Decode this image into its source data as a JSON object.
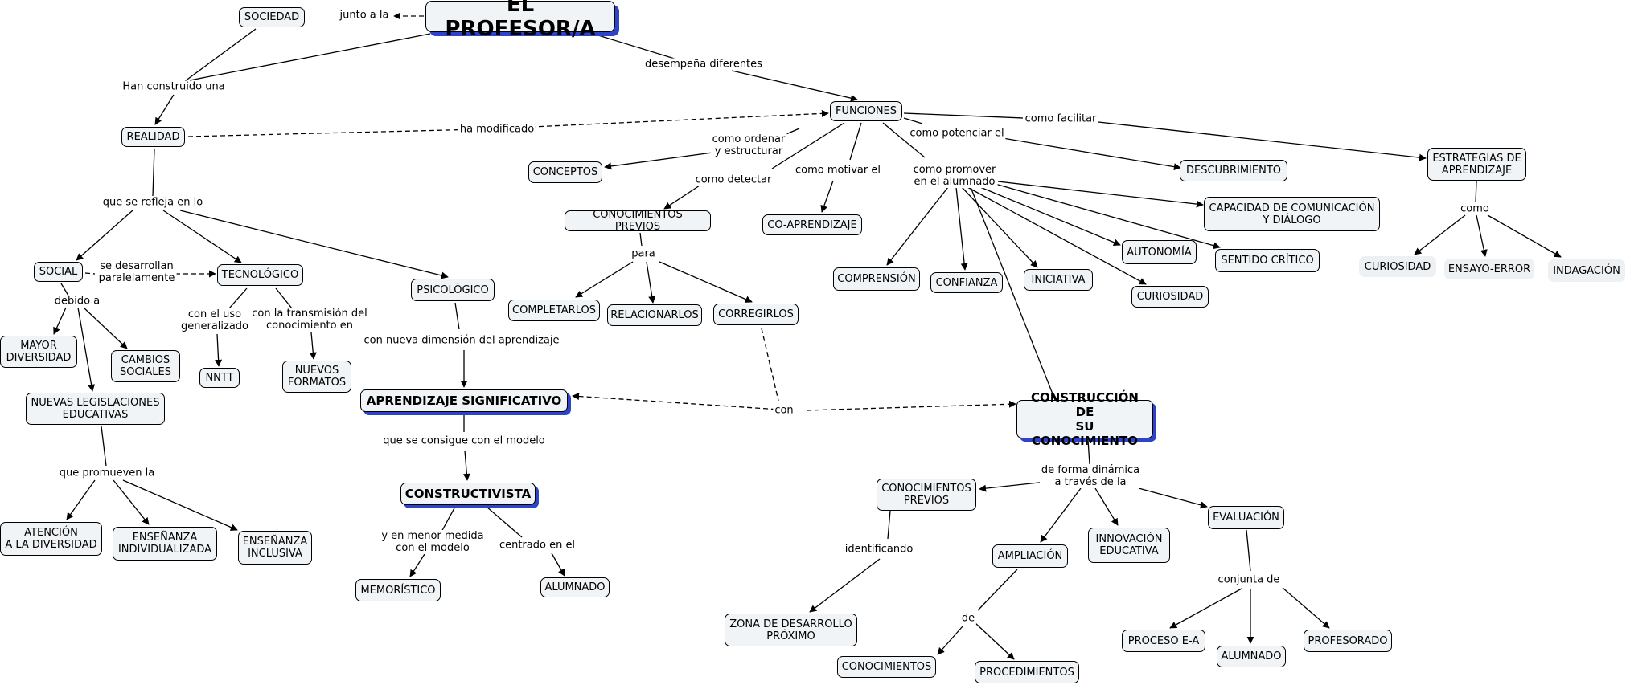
{
  "nodes": {
    "profesor": "EL PROFESOR/A",
    "sociedad": "SOCIEDAD",
    "realidad": "REALIDAD",
    "funciones": "FUNCIONES",
    "social": "SOCIAL",
    "tecnologico": "TECNOLÓGICO",
    "psicologico": "PSICOLÓGICO",
    "mayor_diversidad": "MAYOR\nDIVERSIDAD",
    "cambios_sociales": "CAMBIOS\nSOCIALES",
    "nuevas_legislaciones": "NUEVAS LEGISLACIONES\nEDUCATIVAS",
    "nntt": "NNTT",
    "nuevos_formatos": "NUEVOS\nFORMATOS",
    "atencion": "ATENCIÓN\nA LA DIVERSIDAD",
    "ens_individualizada": "ENSEÑANZA\nINDIVIDUALIZADA",
    "ens_inclusiva": "ENSEÑANZA\nINCLUSIVA",
    "aprendizaje_significativo": "APRENDIZAJE SIGNIFICATIVO",
    "constructivista": "CONSTRUCTIVISTA",
    "memoristico": "MEMORÍSTICO",
    "alumnado_left": "ALUMNADO",
    "conceptos": "CONCEPTOS",
    "conocimientos_previos_top": "CONOCIMIENTOS PREVIOS",
    "co_aprendizaje": "CO-APRENDIZAJE",
    "completarlos": "COMPLETARLOS",
    "relacionarlos": "RELACIONARLOS",
    "corregirlos": "CORREGIRLOS",
    "descubrimiento": "DESCUBRIMIENTO",
    "capacidad_comunicacion": "CAPACIDAD DE COMUNICACIÓN\nY DIÁLOGO",
    "autonomia": "AUTONOMÍA",
    "sentido_critico": "SENTIDO CRÍTICO",
    "comprension": "COMPRENSIÓN",
    "confianza": "CONFIANZA",
    "iniciativa": "INICIATIVA",
    "curiosidad_mid": "CURIOSIDAD",
    "estrategias": "ESTRATEGIAS DE\nAPRENDIZAJE",
    "curiosidad_right": "CURIOSIDAD",
    "ensayo_error": "ENSAYO-ERROR",
    "indagacion": "INDAGACIÓN",
    "construccion": "CONSTRUCCIÓN DE\nSU CONOCIMIENTO",
    "conocimientos_previos_bottom": "CONOCIMIENTOS\nPREVIOS",
    "ampliacion": "AMPLIACIÓN",
    "innovacion": "INNOVACIÓN\nEDUCATIVA",
    "evaluacion": "EVALUACIÓN",
    "zona_desarrollo": "ZONA DE DESARROLLO\nPRÓXIMO",
    "conocimientos": "CONOCIMIENTOS",
    "procedimientos": "PROCEDIMIENTOS",
    "proceso_ea": "PROCESO E-A",
    "alumnado_right": "ALUMNADO",
    "profesorado": "PROFESORADO"
  },
  "links": {
    "junto_a_la": "junto a la",
    "han_construido_una": "Han construido una",
    "desempena_diferentes": "desempeña diferentes",
    "ha_modificado": "ha modificado",
    "que_se_refleja_en_lo": "que se refleja en lo",
    "se_desarrollan_paralelamente": "se desarrollan\nparalelamente",
    "debido_a": "debido a",
    "con_el_uso_generalizado": "con el uso\ngeneralizado",
    "con_la_transmision": "con la transmisión del\nconocimiento en",
    "con_nueva_dimension": "con nueva dimensión del aprendizaje",
    "que_promueven_la": "que promueven la",
    "que_se_consigue": "que se consigue con el modelo",
    "y_en_menor_medida": "y en menor medida\ncon el modelo",
    "centrado_en_el": "centrado en el",
    "como_ordenar": "como ordenar\ny estructurar",
    "como_detectar": "como detectar",
    "como_motivar_el": "como motivar el",
    "como_promover": "como promover\nen el alumnado",
    "como_potenciar_el": "como potenciar el",
    "como_facilitar": "como facilitar",
    "para": "para",
    "con": "con",
    "como": "como",
    "de_forma_dinamica": "de forma dinámica\na través de la",
    "identificando": "identificando",
    "de": "de",
    "conjunta_de": "conjunta de"
  }
}
